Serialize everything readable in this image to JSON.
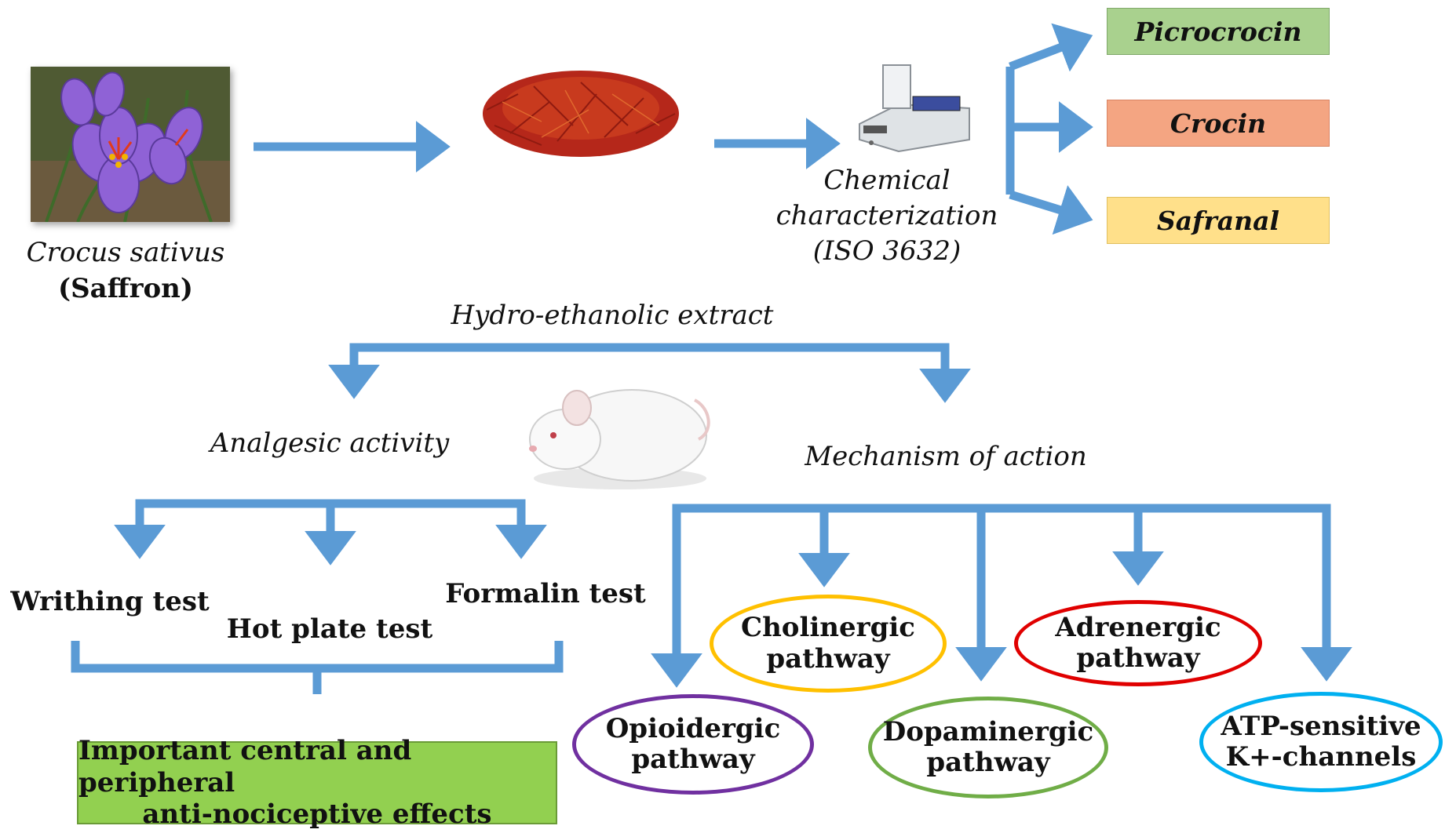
{
  "plant": {
    "name": "Crocus sativus",
    "common": "(Saffron)"
  },
  "characterization": {
    "line1": "Chemical",
    "line2": "characterization",
    "line3": "(ISO 3632)"
  },
  "compounds": [
    {
      "label": "Picrocrocin",
      "color": "#a9d18e"
    },
    {
      "label": "Crocin",
      "color": "#f4a582"
    },
    {
      "label": "Safranal",
      "color": "#ffe08a"
    }
  ],
  "extract": "Hydro-ethanolic extract",
  "analgesic": {
    "title": "Analgesic activity",
    "tests": [
      "Writhing test",
      "Hot plate test",
      "Formalin test"
    ],
    "result_line1": "Important central and peripheral",
    "result_line2": "anti-nociceptive effects",
    "result_color": "#92d050"
  },
  "mechanism": {
    "title": "Mechanism of action",
    "pathways": [
      {
        "line1": "Opioidergic",
        "line2": "pathway",
        "color": "#7030a0"
      },
      {
        "line1": "Cholinergic",
        "line2": "pathway",
        "color": "#ffc000"
      },
      {
        "line1": "Dopaminergic",
        "line2": "pathway",
        "color": "#70ad47"
      },
      {
        "line1": "Adrenergic",
        "line2": "pathway",
        "color": "#e00000"
      },
      {
        "line1": "ATP-sensitive",
        "line2": "K+-channels",
        "color": "#00b0f0"
      }
    ]
  },
  "arrow_color": "#5b9bd5"
}
